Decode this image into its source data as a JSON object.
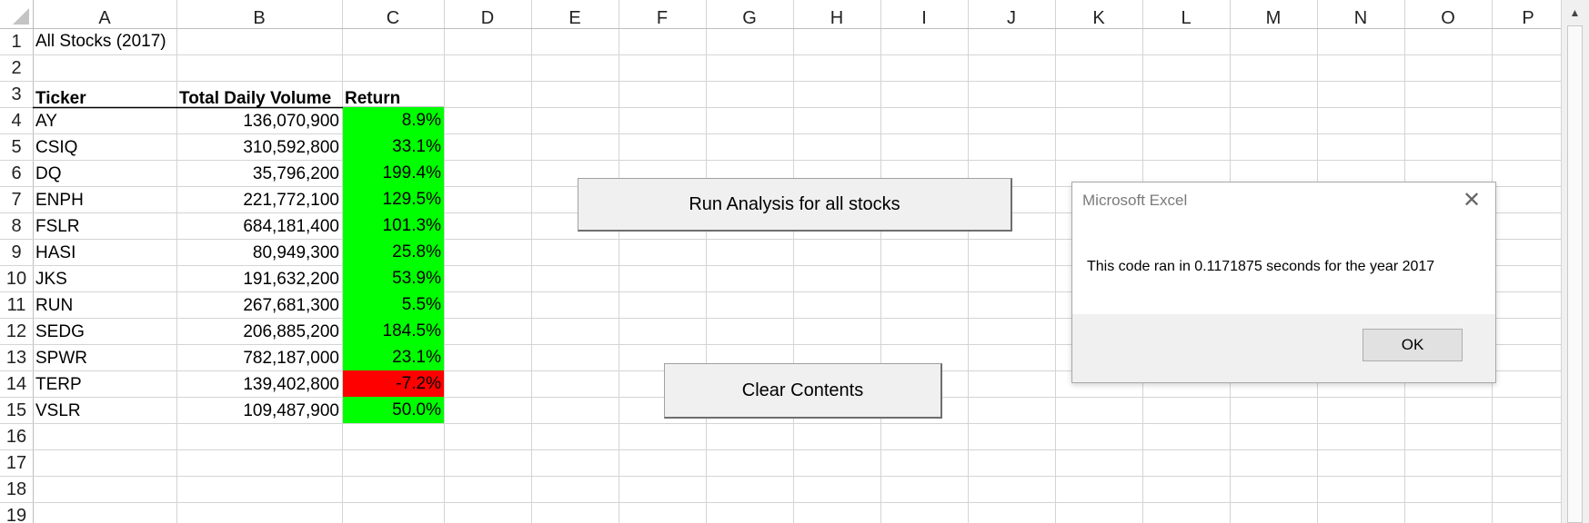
{
  "sheet": {
    "columns": [
      "A",
      "B",
      "C",
      "D",
      "E",
      "F",
      "G",
      "H",
      "I",
      "J",
      "K",
      "L",
      "M",
      "N",
      "O",
      "P"
    ],
    "rows": [
      "1",
      "2",
      "3",
      "4",
      "5",
      "6",
      "7",
      "8",
      "9",
      "10",
      "11",
      "12",
      "13",
      "14",
      "15",
      "16",
      "17",
      "18",
      "19"
    ],
    "title": "All Stocks (2017)",
    "headers": {
      "ticker": "Ticker",
      "volume": "Total Daily Volume",
      "return": "Return"
    },
    "data": [
      {
        "ticker": "AY",
        "volume": "136,070,900",
        "return": "8.9%",
        "positive": true
      },
      {
        "ticker": "CSIQ",
        "volume": "310,592,800",
        "return": "33.1%",
        "positive": true
      },
      {
        "ticker": "DQ",
        "volume": "35,796,200",
        "return": "199.4%",
        "positive": true
      },
      {
        "ticker": "ENPH",
        "volume": "221,772,100",
        "return": "129.5%",
        "positive": true
      },
      {
        "ticker": "FSLR",
        "volume": "684,181,400",
        "return": "101.3%",
        "positive": true
      },
      {
        "ticker": "HASI",
        "volume": "80,949,300",
        "return": "25.8%",
        "positive": true
      },
      {
        "ticker": "JKS",
        "volume": "191,632,200",
        "return": "53.9%",
        "positive": true
      },
      {
        "ticker": "RUN",
        "volume": "267,681,300",
        "return": "5.5%",
        "positive": true
      },
      {
        "ticker": "SEDG",
        "volume": "206,885,200",
        "return": "184.5%",
        "positive": true
      },
      {
        "ticker": "SPWR",
        "volume": "782,187,000",
        "return": "23.1%",
        "positive": true
      },
      {
        "ticker": "TERP",
        "volume": "139,402,800",
        "return": "-7.2%",
        "positive": false
      },
      {
        "ticker": "VSLR",
        "volume": "109,487,900",
        "return": "50.0%",
        "positive": true
      }
    ],
    "colors": {
      "positive": "#00ff00",
      "negative": "#ff0000",
      "grid": "#d4d4d4",
      "header_bg": "#ffffff"
    }
  },
  "buttons": {
    "run_analysis": "Run Analysis for all stocks",
    "clear_contents": "Clear Contents"
  },
  "dialog": {
    "title": "Microsoft Excel",
    "message": "This code ran in 0.1171875 seconds for the year 2017",
    "ok_label": "OK",
    "close_icon": "close-icon"
  },
  "scrollbar": {
    "up_icon": "scroll-up-arrow-icon"
  }
}
